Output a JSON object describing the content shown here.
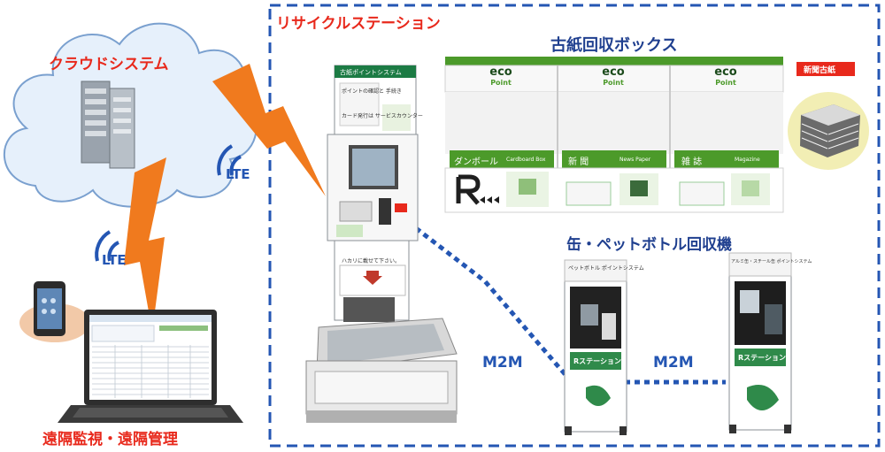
{
  "colors": {
    "accent_red": "#e8291c",
    "label_blue": "#1f3f8f",
    "dash_blue": "#2456b3",
    "bolt_orange": "#f07a1e",
    "cloud_fill": "#e6f0fb",
    "eco_green": "#4c9a2a"
  },
  "station": {
    "title": "リサイクルステーション"
  },
  "cloud": {
    "title": "クラウドシステム",
    "icon": "server-icon"
  },
  "remote": {
    "title": "遠隔監視・遠隔管理",
    "icons": [
      "smartphone-icon",
      "laptop-icon"
    ]
  },
  "links": {
    "lte_1": "LTE",
    "lte_2": "LTE",
    "m2m_1": "M2M",
    "m2m_2": "M2M"
  },
  "paper_box": {
    "title": "古紙回収ボックス",
    "eco_word": "eco",
    "eco_sub": "Point",
    "badge": "新聞古紙",
    "slots": [
      {
        "jp": "ダンボール",
        "en": "Cardboard Box"
      },
      {
        "jp": "新 聞",
        "en": "News Paper"
      },
      {
        "jp": "雑 誌",
        "en": "Magazine"
      }
    ]
  },
  "kiosk": {
    "top_sign": "古紙ポイントシステム",
    "note": "ポイントの確認と 手続き",
    "card_note": "カード発行は サービスカウンター",
    "scale_note": "ハカリに載せて下さい。"
  },
  "can_machine": {
    "title": "缶・ペットボトル回収機",
    "left_sign": "ペットボトル ポイントシステム",
    "right_sign": "アルミ缶・スチール缶 ポイントシステム",
    "station_badge": "Rステーション"
  }
}
